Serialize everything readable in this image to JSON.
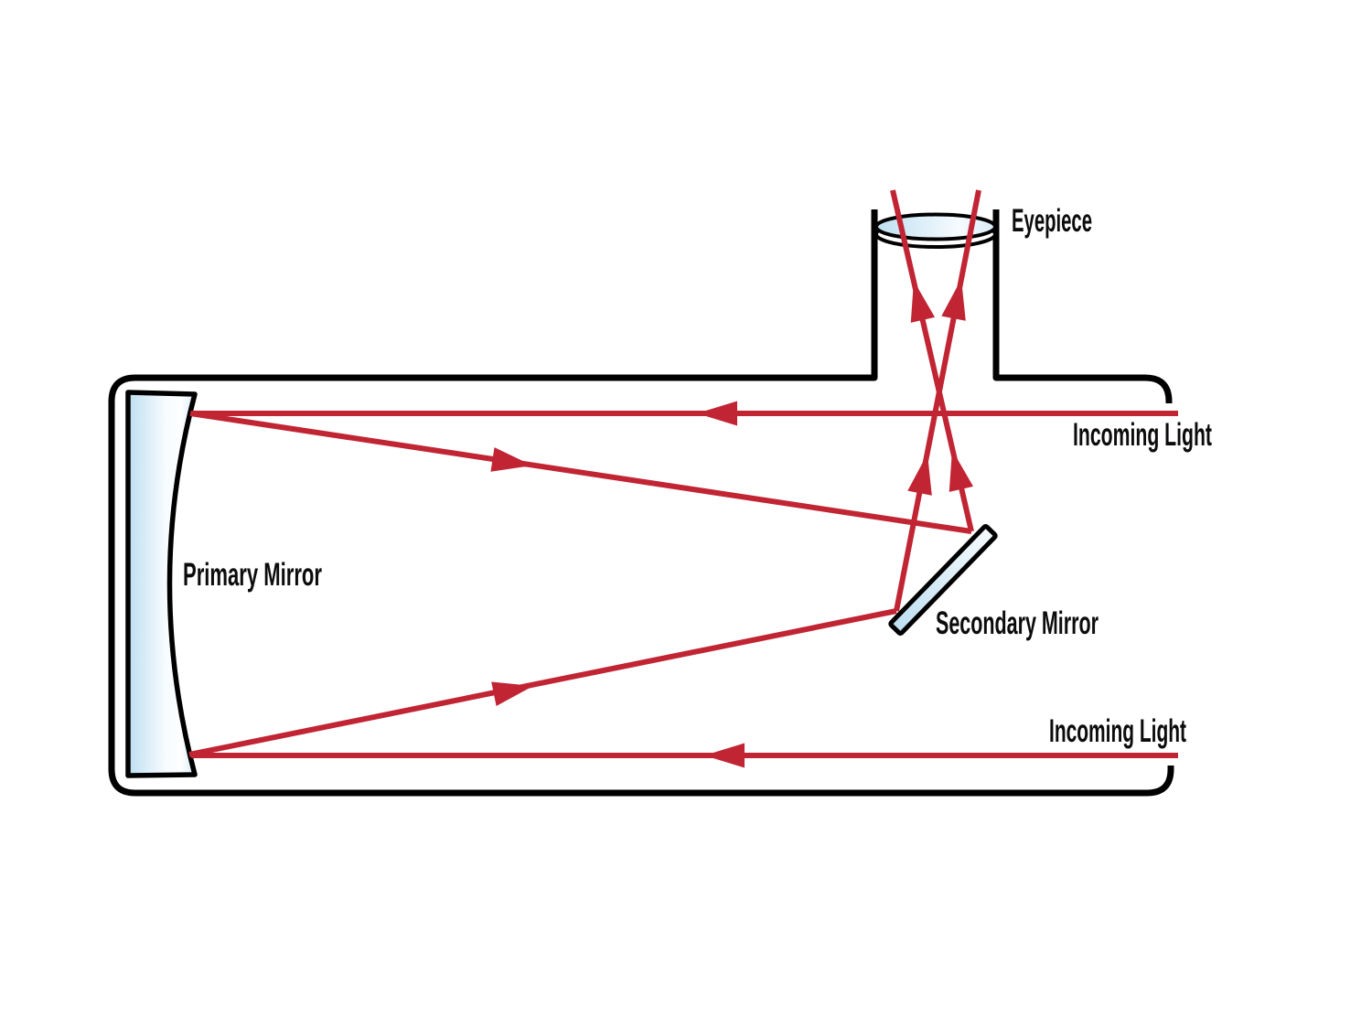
{
  "figure": {
    "type": "reflector-telescope-optical-path-diagram",
    "labels": {
      "eyepiece": "Eyepiece",
      "incoming_light_top": "Incoming Light",
      "incoming_light_bottom": "Incoming Light",
      "primary_mirror": "Primary Mirror",
      "secondary_mirror": "Secondary Mirror"
    },
    "colors": {
      "ray": "#c12533",
      "outline": "#000000",
      "glass_blue": "#bedff2",
      "glass_light": "#f6fbfe",
      "glass_edge": "#d9ecf8"
    }
  }
}
